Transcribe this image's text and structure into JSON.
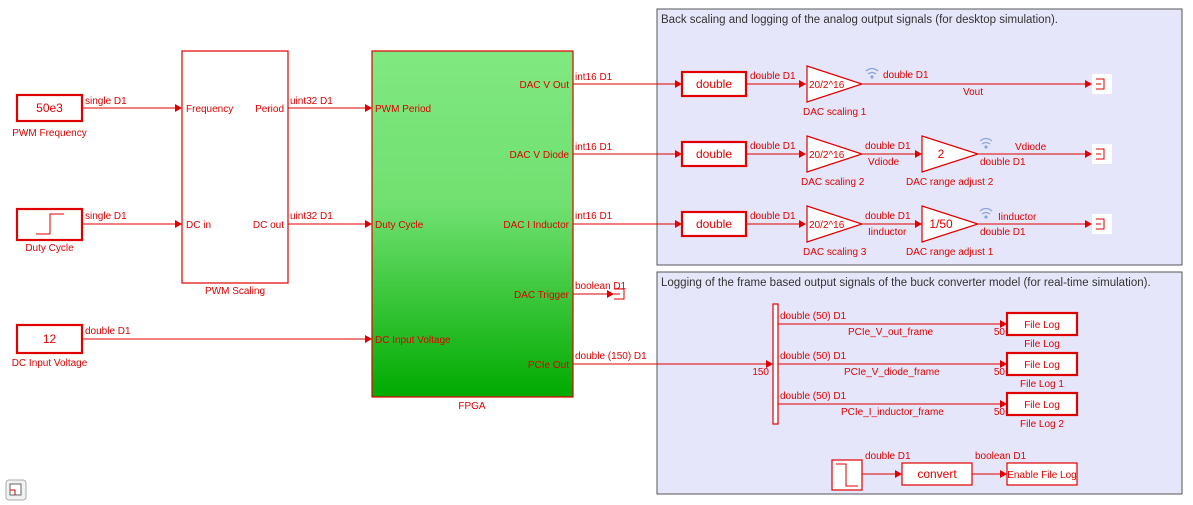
{
  "areas": {
    "analog_title": "Back scaling and logging of the analog output signals (for desktop simulation).",
    "frame_title": "Logging of the frame based output signals of the buck converter model (for real-time simulation)."
  },
  "sources": {
    "pwm_freq": {
      "value": "50e3",
      "label": "PWM Frequency",
      "signal": "single D1"
    },
    "duty": {
      "label": "Duty Cycle",
      "signal": "single D1"
    },
    "dc_in": {
      "value": "12",
      "label": "DC Input Voltage",
      "signal": "double D1"
    }
  },
  "pwm_scaling": {
    "label": "PWM Scaling",
    "in1": "Frequency",
    "in2": "DC in",
    "out1": "Period",
    "out2": "DC out",
    "sig1": "uint32 D1",
    "sig2": "uint32 D1"
  },
  "fpga": {
    "label": "FPGA",
    "in1": "PWM Period",
    "in2": "Duty Cycle",
    "in3": "DC Input Voltage",
    "out1": "DAC V Out",
    "out2": "DAC V Diode",
    "out3": "DAC I Inductor",
    "out4": "DAC Trigger",
    "out5": "PCIe Out",
    "sig1": "int16 D1",
    "sig2": "int16 D1",
    "sig3": "int16 D1",
    "sig4": "boolean D1",
    "sig5": "double (150) D1"
  },
  "analog": {
    "convert_label": "double",
    "sig_double": "double D1",
    "gain_scale": "20/2^16",
    "row1": {
      "scale_name": "DAC scaling 1",
      "out_sig": "double D1",
      "name": "Vout"
    },
    "row2": {
      "scale_name": "DAC  scaling 2",
      "mid_sig": "double D1",
      "mid_name": "Vdiode",
      "gain": "2",
      "gain_name": "DAC range adjust 2",
      "out_name": "Vdiode",
      "out_sig": "double D1"
    },
    "row3": {
      "scale_name": "DAC scaling 3",
      "mid_sig": "double D1",
      "mid_name": "Iinductor",
      "gain": "1/50",
      "gain_name": "DAC range adjust 1",
      "out_name": "Iinductor",
      "out_sig": "double D1"
    }
  },
  "frame": {
    "mux_in_width": "150",
    "rows": [
      {
        "sig": "double (50) D1",
        "name": "PCIe_V_out_frame",
        "width": "50",
        "block": "File Log",
        "label": "File Log"
      },
      {
        "sig": "double (50) D1",
        "name": "PCIe_V_diode_frame",
        "width": "50",
        "block": "File Log",
        "label": "File Log 1"
      },
      {
        "sig": "double (50) D1",
        "name": "PCIe_I_inductor_frame",
        "width": "50",
        "block": "File Log",
        "label": "File Log 2"
      }
    ],
    "step_sig": "double D1",
    "convert": "convert",
    "bool_sig": "boolean D1",
    "enable": "Enable File Log"
  },
  "colors": {
    "signal": "#e00000",
    "area": "#e6e6fa",
    "fpga_top": "#80e880",
    "fpga_bottom": "#00aa00"
  }
}
